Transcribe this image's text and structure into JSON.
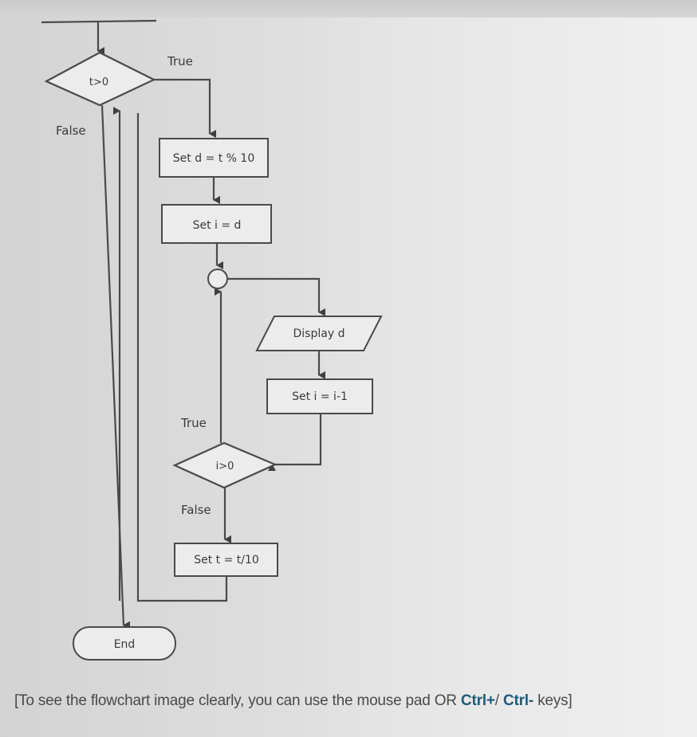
{
  "flowchart": {
    "outer_decision": "t>0",
    "outer_true": "True",
    "outer_false": "False",
    "step_set_d": "Set d = t % 10",
    "step_set_i": "Set i = d",
    "output_display": "Display d",
    "step_decrement": "Set i = i-1",
    "inner_decision": "i>0",
    "inner_true": "True",
    "inner_false": "False",
    "step_divide": "Set t = t/10",
    "terminal_end": "End"
  },
  "caption": {
    "open": "[To see the flowchart image clearly, you can use the mouse pad OR ",
    "key_plus": "Ctrl+",
    "slash": "/ ",
    "key_minus": "Ctrl-",
    "close": " keys]"
  }
}
